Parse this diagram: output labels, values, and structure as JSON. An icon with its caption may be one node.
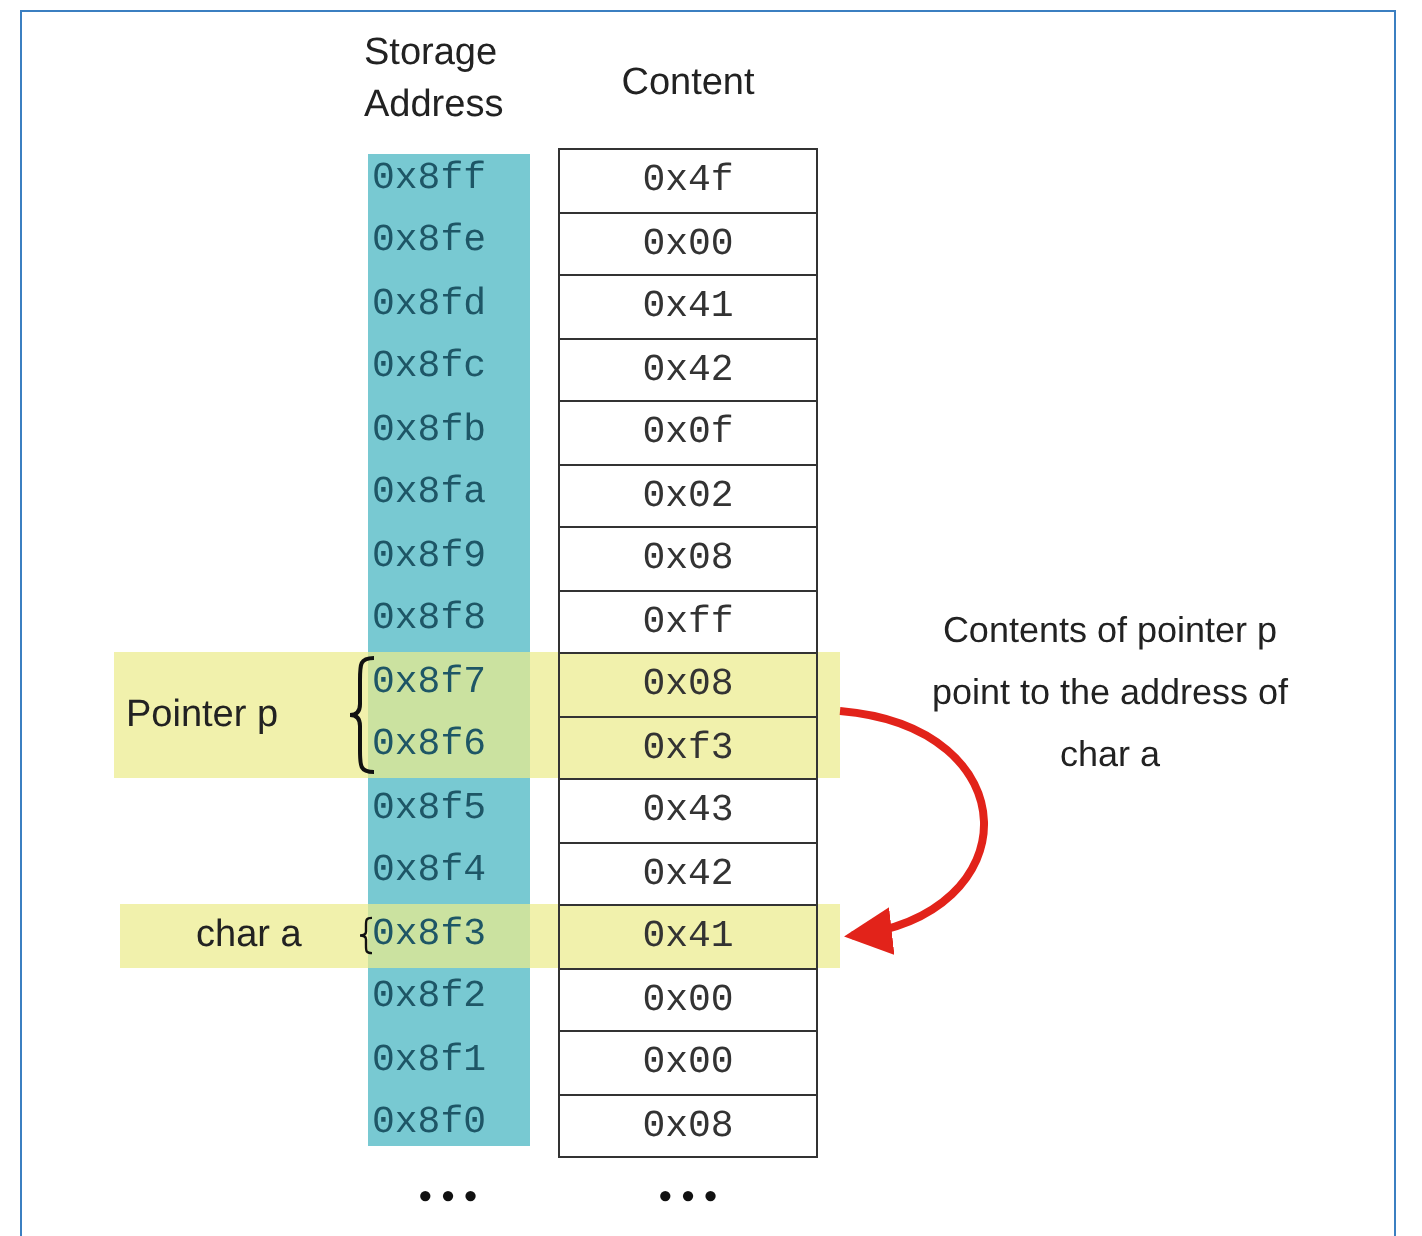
{
  "diagram": {
    "nodes": [
      {
        "text": [
          "0x4f"
        ]
      },
      {
        "text": [
          "0x00"
        ]
      },
      {
        "text": [
          "0x41"
        ]
      },
      {
        "text": [
          "0x42"
        ]
      },
      {
        "text": [
          "0x0f"
        ]
      },
      {
        "text": [
          "0x02"
        ]
      },
      {
        "text": [
          "0x08"
        ]
      },
      {
        "text": [
          "0xff"
        ]
      },
      {
        "text": [
          "Pointer p"
        ]
      },
      {
        "text": [
          "0x08"
        ],
        "in": 8
      },
      {
        "text": [
          "0xf3"
        ],
        "in": 8
      },
      {
        "text": [
          "0x43"
        ]
      },
      {
        "text": [
          "0x42"
        ]
      },
      {
        "text": [
          "char a"
        ]
      },
      {
        "text": [
          "0x41"
        ],
        "in": 13
      },
      {
        "text": [
          "0x00"
        ]
      },
      {
        "text": [
          "0x00"
        ]
      },
      {
        "text": [
          "0x08"
        ]
      }
    ],
    "edges": [
      {
        "from": 8,
        "to": 13,
        "arrow": "to",
        "color": "#e2231a"
      }
    ],
    "labels": [
      "Storage Address",
      "Content",
      "0x8ff",
      "0x8fe",
      "0x8fd",
      "0x8fc",
      "0x8fb",
      "0x8fa",
      "0x8f9",
      "0x8f8",
      "0x8f7",
      "0x8f6",
      "0x8f5",
      "0x8f4",
      "0x8f3",
      "0x8f2",
      "0x8f1",
      "0x8f0",
      "Contents of pointer p point to the address of char a",
      "• • •",
      "• • •"
    ]
  }
}
